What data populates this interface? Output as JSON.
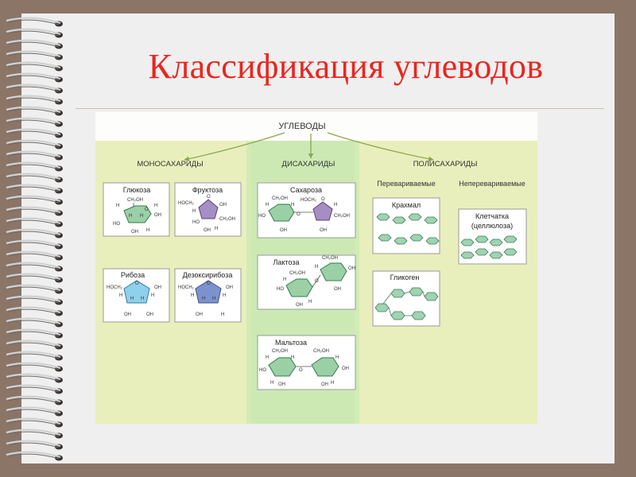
{
  "title": "Классификация углеводов",
  "diagram": {
    "root": "УГЛЕВОДЫ",
    "groups": {
      "mono": "МОНОСАХАРИДЫ",
      "di": "ДИСАХАРИДЫ",
      "poly": "ПОЛИСАХАРИДЫ"
    },
    "poly_subgroups": {
      "digestible": "Перевариваемые",
      "indigestible": "Неперевариваемые"
    },
    "boxes": {
      "glucose": "Глюкоза",
      "fructose": "Фруктоза",
      "ribose": "Рибоза",
      "deoxyribose": "Дезоксирибоза",
      "sucrose": "Сахароза",
      "lactose": "Лактоза",
      "maltose": "Мальтоза",
      "starch": "Крахмал",
      "glycogen": "Гликоген",
      "cellulose_1": "Клетчатка",
      "cellulose_2": "(целлюлоза)"
    },
    "atoms": {
      "ch2oh": "CH₂OH",
      "hoch2": "HOCH₂",
      "oh": "OH",
      "ho": "HO",
      "h": "H",
      "o": "O"
    },
    "colors": {
      "glucose_ring": "#9bd0a6",
      "fructose_ring": "#a58ec2",
      "ribose_ring": "#8fd0ec",
      "deoxyribose_ring": "#7b93cd",
      "polymer_unit": "#9fd3b1",
      "background_band": "#e9efbc",
      "center_band": "#d2ebb6"
    }
  }
}
